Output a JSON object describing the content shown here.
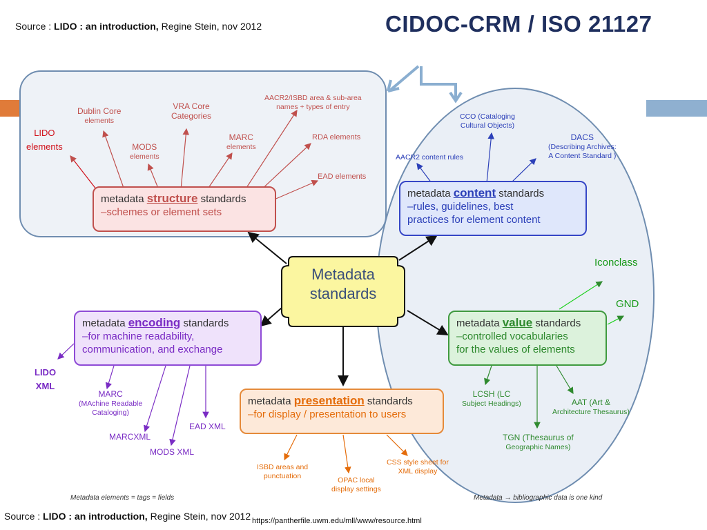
{
  "source_top": {
    "prefix": "Source : ",
    "bold": "LIDO : an introduction,",
    "rest": " Regine Stein,  nov 2012"
  },
  "source_bottom": {
    "prefix": "Source : ",
    "bold": "LIDO : an introduction,",
    "rest": " Regine Stein,  nov 2012"
  },
  "title": "CIDOC-CRM / ISO 21127",
  "url": "https://pantherfile.uwm.edu/mll/www/resource.html",
  "center": {
    "line1": "Metadata",
    "line2": "standards"
  },
  "structure_box": {
    "pre": "metadata ",
    "kw": "structure",
    "post": " standards",
    "sub": "–schemes or element sets"
  },
  "content_box": {
    "pre": "metadata ",
    "kw": "content",
    "post": " standards",
    "sub1": "–rules, guidelines, best",
    "sub2": "practices for element content"
  },
  "encoding_box": {
    "pre": "metadata ",
    "kw": "encoding",
    "post": " standards",
    "sub1": "–for machine readability,",
    "sub2": "communication, and exchange"
  },
  "value_box": {
    "pre": "metadata ",
    "kw": "value",
    "post": " standards",
    "sub1": "–controlled vocabularies",
    "sub2": "for the values of elements"
  },
  "presentation_box": {
    "pre": "metadata ",
    "kw": "presentation",
    "post": " standards",
    "sub": "–for display / presentation to users"
  },
  "structure_items": {
    "dublin_core": [
      "Dublin Core",
      "elements"
    ],
    "vra_core": [
      "VRA Core",
      "Categories"
    ],
    "aacr2_isbd": [
      "AACR2/ISBD area & sub-area",
      "names + types of entry"
    ],
    "mods": [
      "MODS",
      "elements"
    ],
    "marc": [
      "MARC",
      "elements"
    ],
    "rda": "RDA elements",
    "ead": "EAD elements"
  },
  "content_items": {
    "cco": [
      "CCO (Cataloging",
      "Cultural Objects)"
    ],
    "aacr2": "AACR2 content rules",
    "dacs": [
      "DACS",
      "(Describing Archives:",
      "A Content Standard )"
    ]
  },
  "encoding_items": {
    "marc": [
      "MARC",
      "(MAchine Readable",
      "Cataloging)"
    ],
    "marcxml": "MARCXML",
    "mods_xml": "MODS XML",
    "ead_xml": "EAD XML"
  },
  "value_items": {
    "lcsh": [
      "LCSH (LC",
      "Subject Headings)"
    ],
    "aat": [
      "AAT (Art &",
      "Architecture Thesaurus)"
    ],
    "tgn": [
      "TGN (Thesaurus of",
      "Geographic Names)"
    ]
  },
  "presentation_items": {
    "isbd": [
      "ISBD areas and",
      "punctuation"
    ],
    "opac": [
      "OPAC local",
      "display settings"
    ],
    "css": [
      "CSS style sheet for",
      "XML display"
    ]
  },
  "annotations": {
    "lido_elements": [
      "LIDO",
      "elements"
    ],
    "lido_xml": [
      "LIDO",
      "XML"
    ],
    "iconclass": "Iconclass",
    "gnd": "GND"
  },
  "footnotes": {
    "left": "Metadata elements = tags = fields",
    "right": "Metadata → bibliographic data is one kind"
  },
  "colors": {
    "title": "#1f2f5e",
    "structure": "#c0504d",
    "content": "#2b3fb8",
    "encoding": "#7a2cc4",
    "value": "#2f8a2f",
    "presentation": "#e46c0a",
    "center_fill": "#fbf6a0",
    "overlay": "#7894b4"
  }
}
